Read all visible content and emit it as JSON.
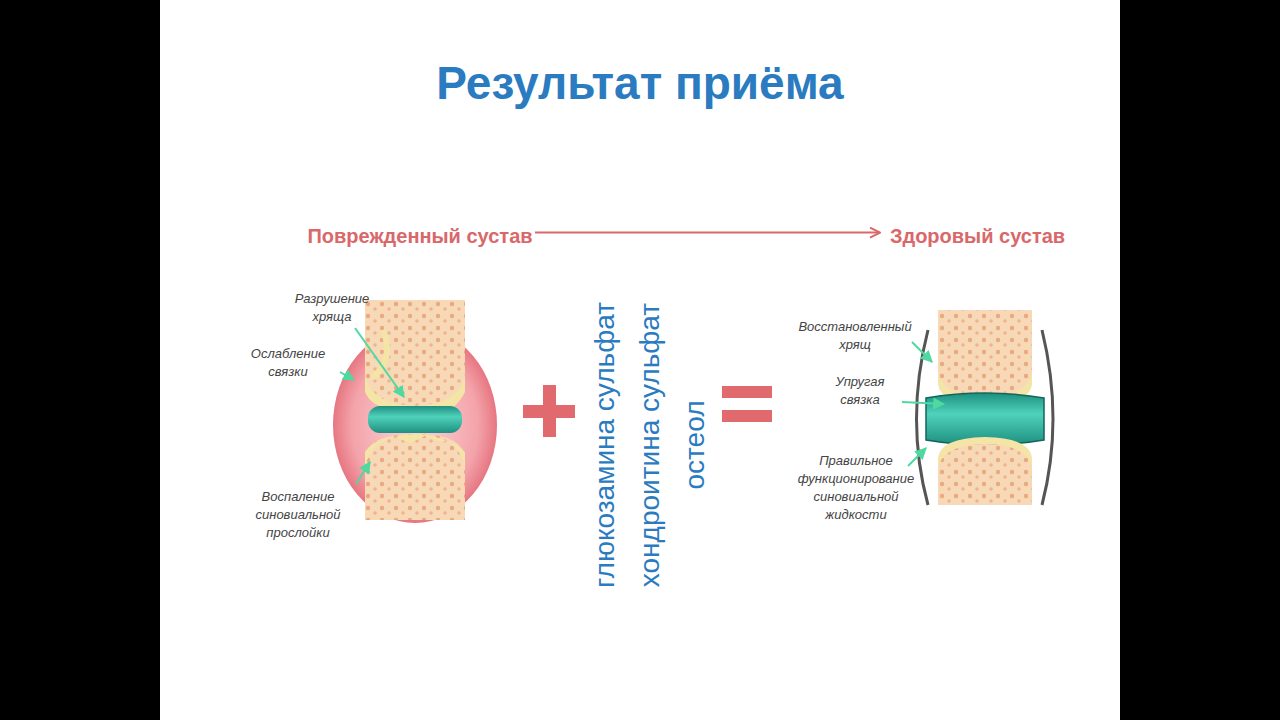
{
  "diagram": {
    "title": "Результат приёма",
    "nodes": [
      {
        "text": [
          "Поврежденный сустав"
        ]
      },
      {
        "text": [
          "Здоровый сустав"
        ]
      }
    ],
    "edges": [
      {
        "from": 0,
        "to": 1,
        "arrow": "to"
      }
    ],
    "labels": [
      "Разрушение хряща",
      "Ослабление связки",
      "Воспаление синовиальной прослойки",
      "глюкозамина сульфат",
      "хондроитина сульфат",
      "остеол",
      "Восстановленный хрящ",
      "Упругая связка",
      "Правильное функционирование синовиальной жидкости"
    ]
  }
}
